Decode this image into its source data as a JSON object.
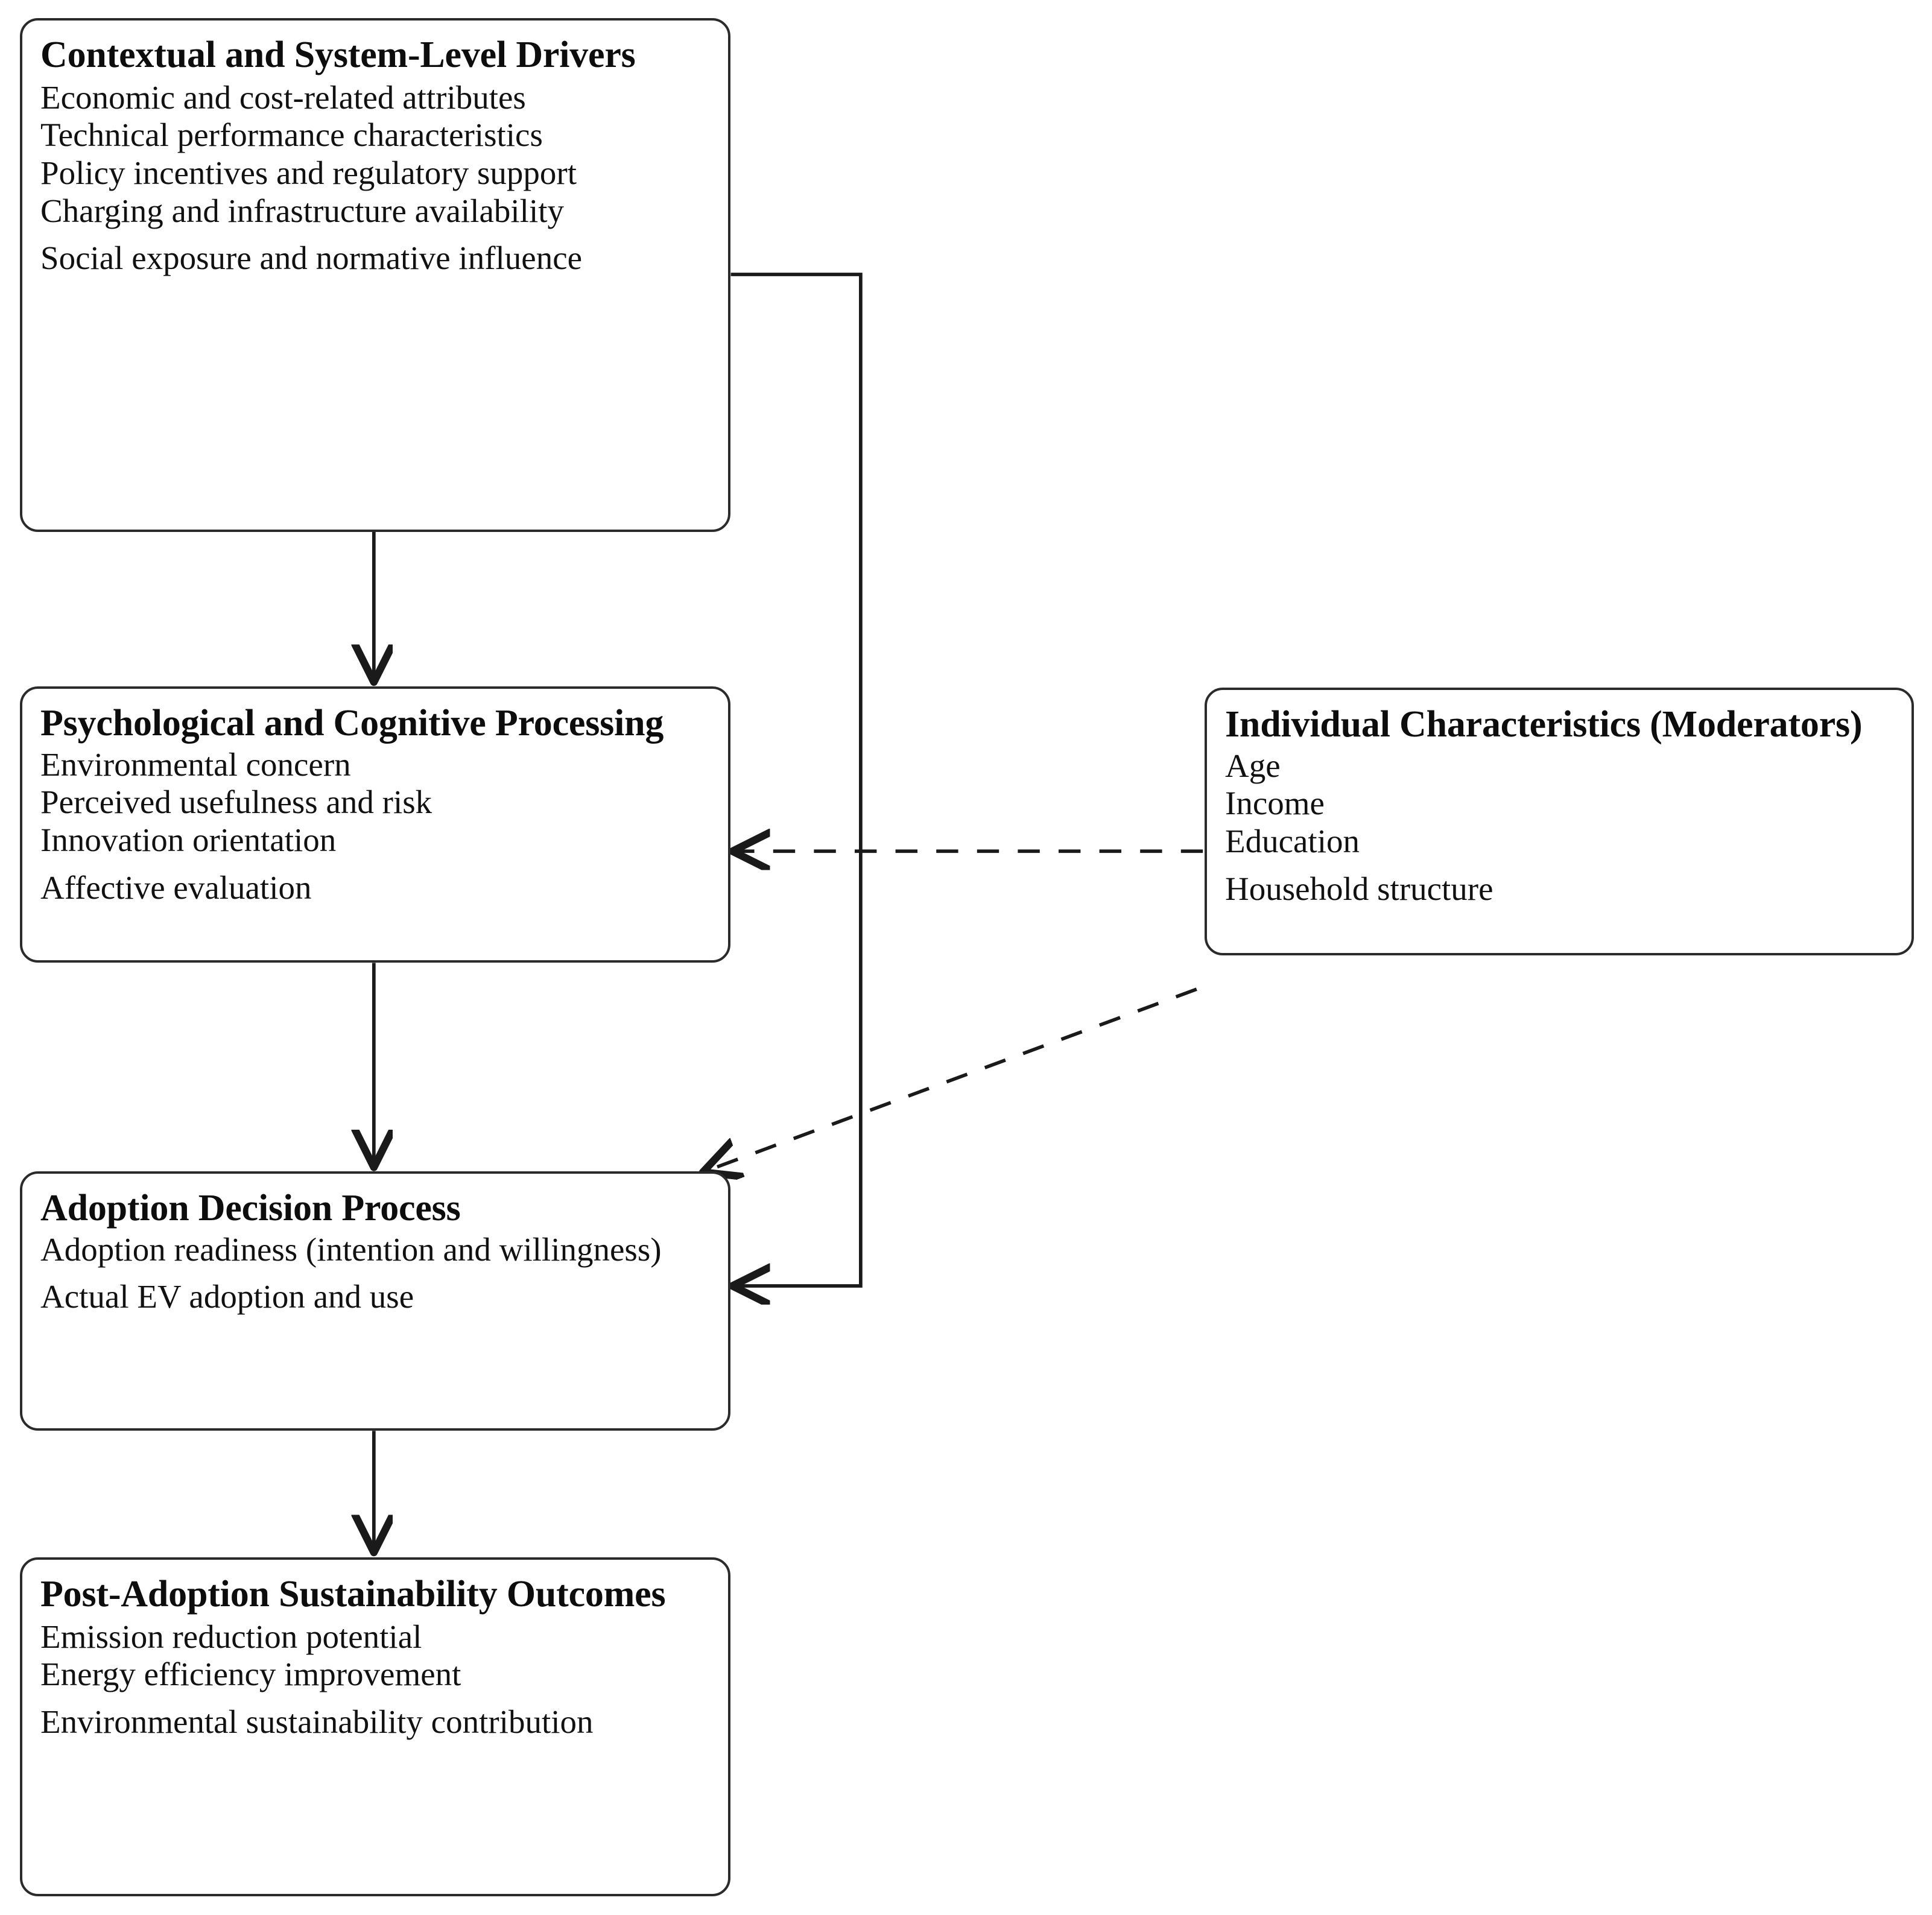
{
  "diagram": {
    "type": "flowchart",
    "background": "#ffffff",
    "line_color": "#2b2b2b",
    "text_color": "#111111"
  },
  "nodes": {
    "contextual": {
      "title": "Contextual and System-Level Drivers",
      "items": [
        "Economic and cost-related attributes",
        "Technical performance characteristics",
        "Policy incentives and regulatory support",
        "Charging and infrastructure availability",
        "Social exposure and normative influence"
      ]
    },
    "psychological": {
      "title": "Psychological and Cognitive Processing",
      "items": [
        "Environmental concern",
        "Perceived usefulness and risk",
        "Innovation orientation",
        "Affective evaluation"
      ]
    },
    "adoption": {
      "title": "Adoption Decision Process",
      "items": [
        "Adoption readiness (intention and willingness)",
        "Actual EV adoption and use"
      ]
    },
    "postadoption": {
      "title": "Post-Adoption Sustainability Outcomes",
      "items": [
        "Emission reduction potential",
        "Energy efficiency improvement",
        "Environmental sustainability contribution"
      ]
    },
    "individual": {
      "title": "Individual Characteristics (Moderators)",
      "items": [
        "Age",
        "Income",
        "Education",
        "Household structure"
      ]
    }
  },
  "edges": [
    {
      "id": "contextual-to-psychological",
      "from": "contextual",
      "to": "psychological",
      "style": "solid",
      "direction": "down"
    },
    {
      "id": "psychological-to-adoption",
      "from": "psychological",
      "to": "adoption",
      "style": "solid",
      "direction": "down"
    },
    {
      "id": "adoption-to-postadoption",
      "from": "adoption",
      "to": "postadoption",
      "style": "solid",
      "direction": "down"
    },
    {
      "id": "contextual-to-adoption-feedback",
      "from": "contextual",
      "to": "adoption",
      "style": "solid",
      "direction": "right-wrap-left"
    },
    {
      "id": "individual-moderates-psychological",
      "from": "individual",
      "to": "psychological",
      "style": "dashed",
      "direction": "left"
    },
    {
      "id": "individual-moderates-adoption",
      "from": "individual",
      "to": "adoption",
      "style": "dashed",
      "direction": "diagonal-left-down"
    }
  ]
}
